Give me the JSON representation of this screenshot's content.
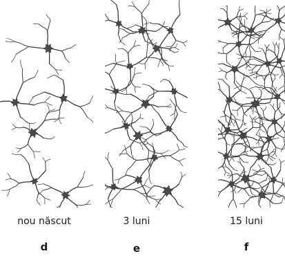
{
  "panels": [
    {
      "id": "d",
      "age_label": "nou născut",
      "letter": "d",
      "density": "sparse"
    },
    {
      "id": "e",
      "age_label": "3 luni",
      "letter": "e",
      "density": "medium"
    },
    {
      "id": "f",
      "age_label": "15 luni",
      "letter": "f",
      "density": "dense"
    }
  ]
}
